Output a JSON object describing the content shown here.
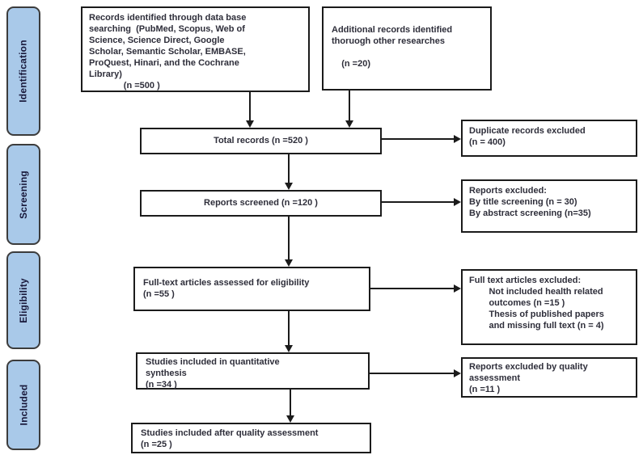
{
  "title": "PRISMA flow diagram",
  "colors": {
    "stage_fill": "#a9c9e9",
    "stage_border": "#3c3c3c",
    "box_border": "#1b1b1b",
    "text": "#2e2e3a",
    "connector": "#1b1b1b"
  },
  "stages": [
    {
      "label": "Identification"
    },
    {
      "label": "Screening"
    },
    {
      "label": "Eligibility"
    },
    {
      "label": "Included"
    }
  ],
  "boxes": {
    "records_identified": {
      "lines": [
        "Records identified through data base",
        "searching  (PubMed, Scopus, Web of",
        "Science, Science Direct, Google",
        "Scholar, Semantic Scholar, EMBASE,",
        "ProQuest, Hinari, and the Cochrane",
        "Library)",
        "              (n =500 )"
      ]
    },
    "additional_records": {
      "lines": [
        "Additional records identified",
        "thoruogh other researches",
        "",
        "    (n =20)"
      ]
    },
    "total_records": {
      "lines": [
        "Total records (n =520 )"
      ]
    },
    "duplicates_excluded": {
      "lines": [
        "Duplicate records excluded",
        "(n = 400)"
      ]
    },
    "reports_screened": {
      "lines": [
        "Reports screened (n =120 )"
      ]
    },
    "reports_excluded": {
      "lines": [
        "Reports excluded:",
        "By title screening (n = 30)",
        "By abstract screening (n=35)"
      ]
    },
    "fulltext_assessed": {
      "lines": [
        "Full-text articles assessed for eligibility",
        "(n =55 )"
      ]
    },
    "fulltext_excluded": {
      "lines": [
        "Full text articles excluded:",
        "        Not included health related",
        "        outcomes (n =15 )",
        "        Thesis of published papers",
        "        and missing full text (n = 4)"
      ]
    },
    "quantitative_synthesis": {
      "lines": [
        "Studies included in quantitative",
        "synthesis",
        "(n =34 )"
      ]
    },
    "quality_excluded": {
      "lines": [
        "Reports excluded by quality",
        "assessment",
        "(n =11 )"
      ]
    },
    "after_quality": {
      "lines": [
        "Studies included after quality assessment",
        "(n =25 )"
      ]
    }
  }
}
